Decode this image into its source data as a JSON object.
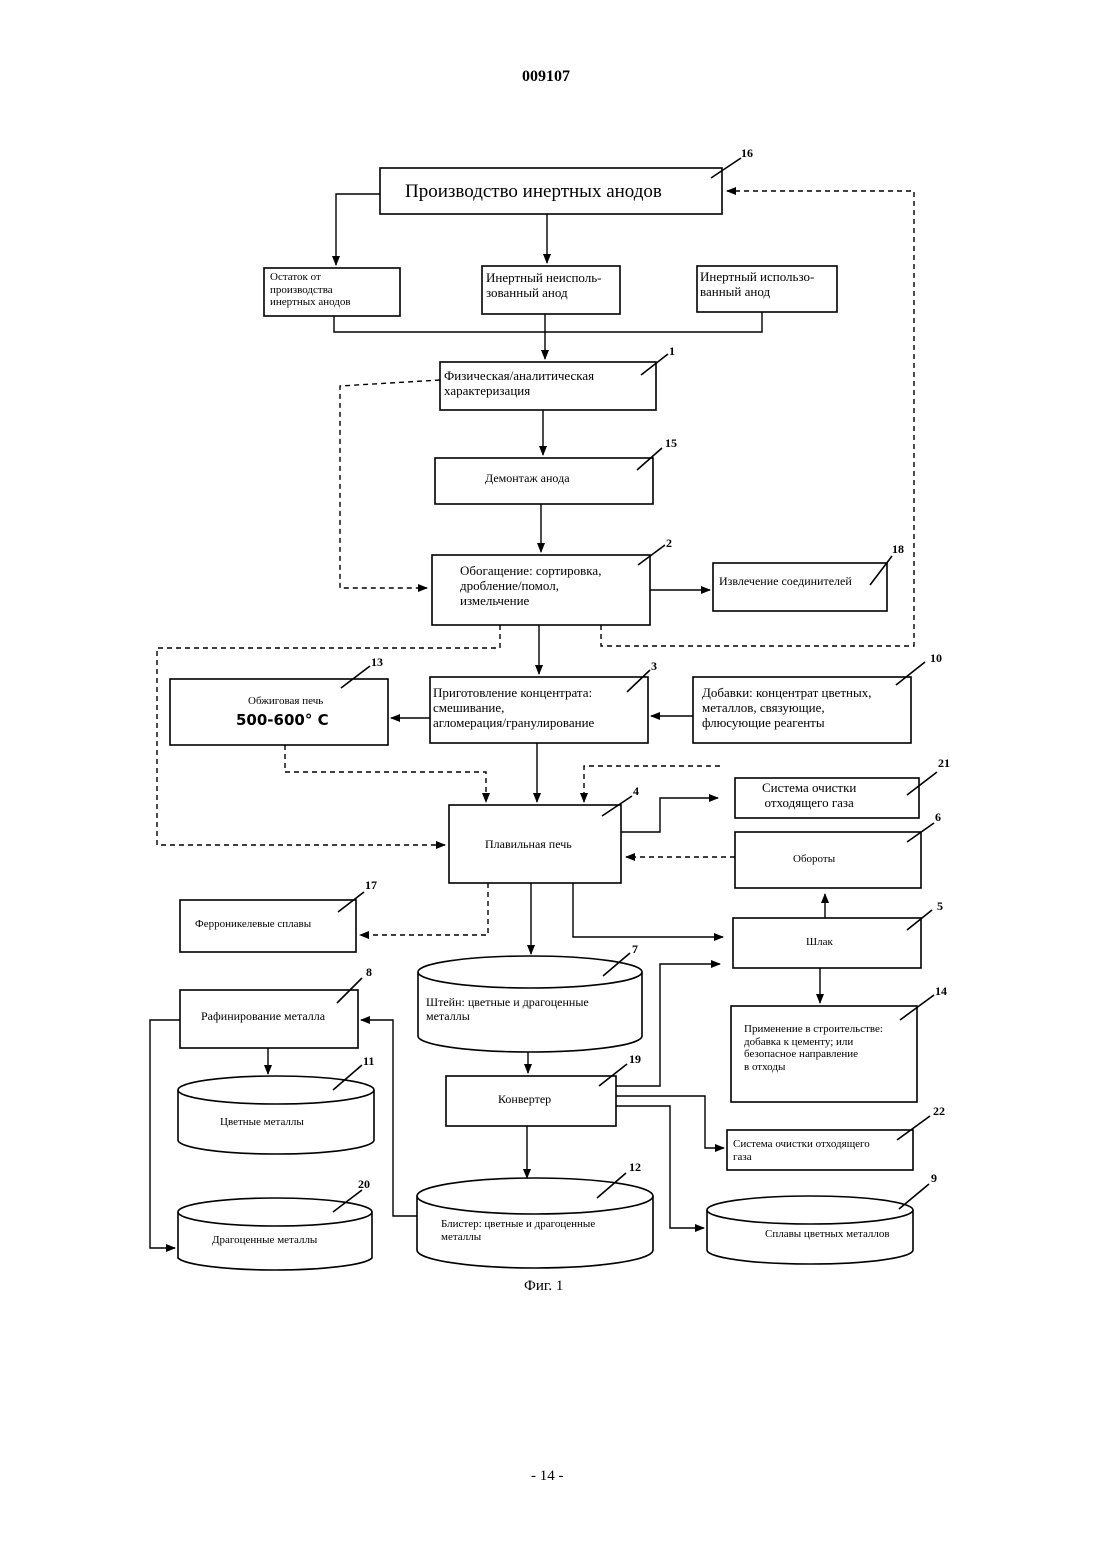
{
  "document": {
    "header": "009107",
    "caption": "Фиг. 1",
    "footer": "- 14 -"
  },
  "boxes": {
    "b16": {
      "label": "Производство инертных анодов",
      "num": "16"
    },
    "residue": {
      "label": "Остаток от\nпроизводства\nинертных анодов"
    },
    "unused": {
      "label": "Инертный неисполь-\nзованный анод"
    },
    "used": {
      "label": "Инертный использо-\nванный  анод"
    },
    "b1": {
      "label": "Физическая/аналитическая\nхарактеризация",
      "num": "1"
    },
    "b15": {
      "label": "Демонтаж анода",
      "num": "15"
    },
    "b2": {
      "label": "Обогащение: сортировка,\nдробление/помол,\nизмельчение",
      "num": "2"
    },
    "b18": {
      "label": "Извлечение соединителей",
      "num": "18"
    },
    "b13": {
      "label": "Обжиговая печь",
      "label2": "500-600° С",
      "num": "13"
    },
    "b3": {
      "label": "Приготовление концентрата:\nсмешивание,\nагломерация/гранулирование",
      "num": "3"
    },
    "b10": {
      "label": "Добавки: концентрат цветных,\nметаллов, связующие,\nфлюсующие реагенты",
      "num": "10"
    },
    "b21": {
      "label": "Система очистки\nотходящего газа",
      "num": "21"
    },
    "b4": {
      "label": "Плавильная печь",
      "num": "4"
    },
    "b6": {
      "label": "Обороты",
      "num": "6"
    },
    "b17": {
      "label": "Ферроникелевые сплавы",
      "num": "17"
    },
    "b5": {
      "label": "Шлак",
      "num": "5"
    },
    "b7": {
      "label": "Штейн: цветные и драгоценные\nметаллы",
      "num": "7"
    },
    "b8": {
      "label": "Рафинирование металла",
      "num": "8"
    },
    "b14": {
      "label": "Применение в строительстве:\nдобавка к цементу; или\nбезопасное направление\nв отходы",
      "num": "14"
    },
    "b11": {
      "label": "Цветные металлы",
      "num": "11"
    },
    "b19": {
      "label": "Конвертер",
      "num": "19"
    },
    "b22": {
      "label": "Система очистки отходящего\nгаза",
      "num": "22"
    },
    "b20": {
      "label": "Драгоценные металлы",
      "num": "20"
    },
    "b12": {
      "label": "Блистер: цветные и драгоценные\nметаллы",
      "num": "12"
    },
    "b9": {
      "label": "Сплавы цветных металлов",
      "num": "9"
    }
  }
}
